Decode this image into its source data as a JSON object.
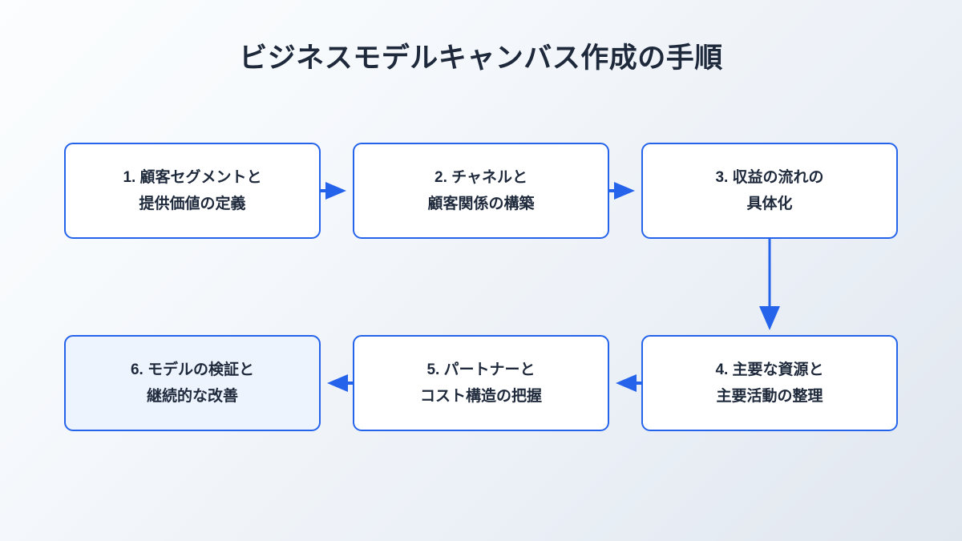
{
  "slide": {
    "title": "ビジネスモデルキャンバス作成の手順",
    "background_gradient_from": "#fbfdfe",
    "background_gradient_to": "#e1e7ef",
    "accent_color": "#2563eb",
    "text_color": "#1e293b",
    "highlight_fill": "#eef4fe"
  },
  "chart_data": {
    "type": "diagram",
    "diagram_type": "flowchart-snake",
    "title": "ビジネスモデルキャンバス作成の手順",
    "node_count": 6,
    "rows": 2,
    "columns": 3,
    "nodes": [
      {
        "step": "1",
        "line1": "1. 顧客セグメントと",
        "line2": "提供価値の定義",
        "row": 1,
        "col": 1,
        "fill": "#ffffff"
      },
      {
        "step": "2",
        "line1": "2. チャネルと",
        "line2": "顧客関係の構築",
        "row": 1,
        "col": 2,
        "fill": "#ffffff"
      },
      {
        "step": "3",
        "line1": "3. 収益の流れの",
        "line2": "具体化",
        "row": 1,
        "col": 3,
        "fill": "#ffffff"
      },
      {
        "step": "4",
        "line1": "4. 主要な資源と",
        "line2": "主要活動の整理",
        "row": 2,
        "col": 3,
        "fill": "#ffffff"
      },
      {
        "step": "5",
        "line1": "5. パートナーと",
        "line2": "コスト構造の把握",
        "row": 2,
        "col": 2,
        "fill": "#ffffff"
      },
      {
        "step": "6",
        "line1": "6. モデルの検証と",
        "line2": "継続的な改善",
        "row": 2,
        "col": 1,
        "fill": "#eef4fe"
      }
    ],
    "edges": [
      {
        "from": "1",
        "to": "2",
        "direction": "right",
        "style": "arrowhead"
      },
      {
        "from": "2",
        "to": "3",
        "direction": "right",
        "style": "arrowhead"
      },
      {
        "from": "3",
        "to": "4",
        "direction": "down",
        "style": "line-with-arrowhead"
      },
      {
        "from": "4",
        "to": "5",
        "direction": "left",
        "style": "arrowhead"
      },
      {
        "from": "5",
        "to": "6",
        "direction": "left",
        "style": "arrowhead"
      }
    ]
  }
}
